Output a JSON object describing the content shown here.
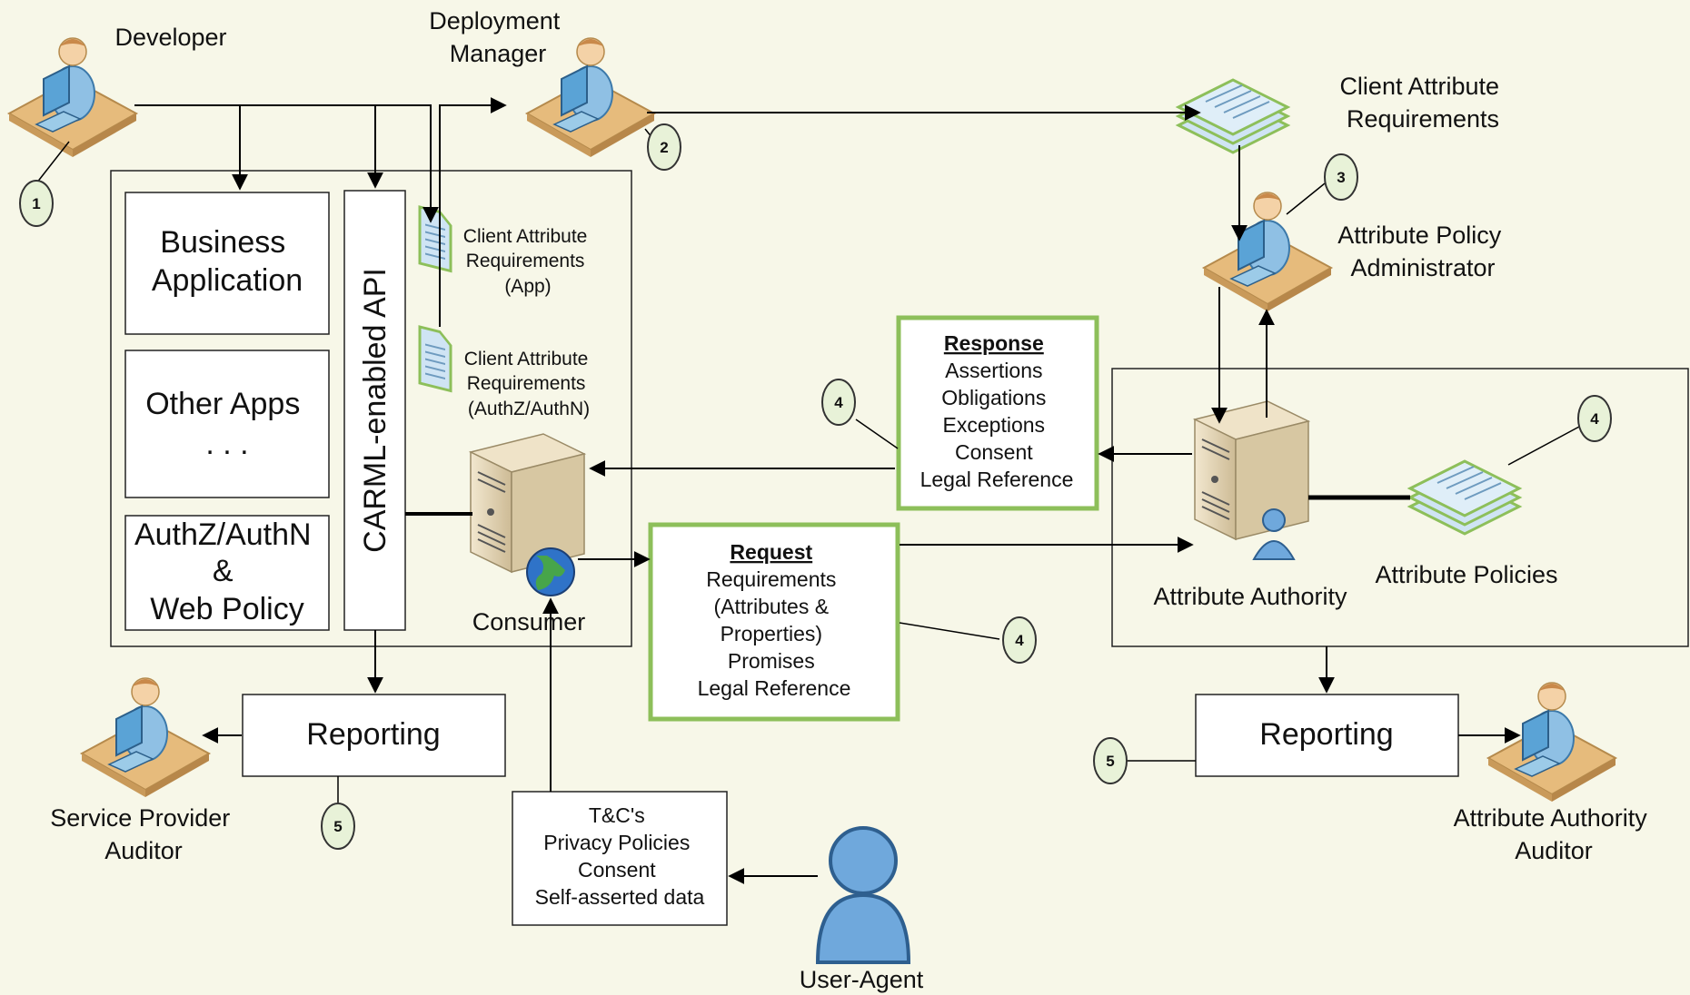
{
  "actors": {
    "developer": "Developer",
    "deployment_manager": [
      "Deployment",
      "Manager"
    ],
    "client_attribute_requirements": [
      "Client Attribute",
      "Requirements"
    ],
    "attribute_policy_administrator": [
      "Attribute Policy",
      "Administrator"
    ],
    "service_provider_auditor": [
      "Service Provider",
      "Auditor"
    ],
    "attribute_authority_auditor": [
      "Attribute Authority",
      "Auditor"
    ],
    "user_agent": "User-Agent"
  },
  "service_provider": {
    "business_application": [
      "Business",
      "Application"
    ],
    "other_apps": [
      "Other Apps",
      ". . ."
    ],
    "authz_web_policy": [
      "AuthZ/AuthN",
      "&",
      "Web Policy"
    ],
    "api": "CARML-enabled API",
    "doc_app": [
      "Client Attribute",
      "Requirements",
      "(App)"
    ],
    "doc_authz": [
      "Client Attribute",
      "Requirements",
      "(AuthZ/AuthN)"
    ],
    "consumer": "Consumer"
  },
  "response_box": {
    "title": "Response",
    "lines": [
      "Assertions",
      "Obligations",
      "Exceptions",
      "Consent",
      "Legal Reference"
    ]
  },
  "request_box": {
    "title": "Request",
    "lines": [
      "Requirements",
      "(Attributes &",
      "Properties)",
      "Promises",
      "Legal Reference"
    ]
  },
  "authority": {
    "attribute_authority": "Attribute Authority",
    "attribute_policies": "Attribute Policies"
  },
  "reporting": {
    "left": "Reporting",
    "right": "Reporting"
  },
  "terms_box": [
    "T&C's",
    "Privacy Policies",
    "Consent",
    "Self-asserted data"
  ],
  "callouts": {
    "c1": "1",
    "c2": "2",
    "c3": "3",
    "c4a": "4",
    "c4b": "4",
    "c4c": "4",
    "c5a": "5",
    "c5b": "5"
  },
  "colors": {
    "green_border": "#8dbf5a",
    "callout_fill": "#e8f2d8",
    "person_blue": "#7fb2d8",
    "desk": "#e3b878"
  }
}
